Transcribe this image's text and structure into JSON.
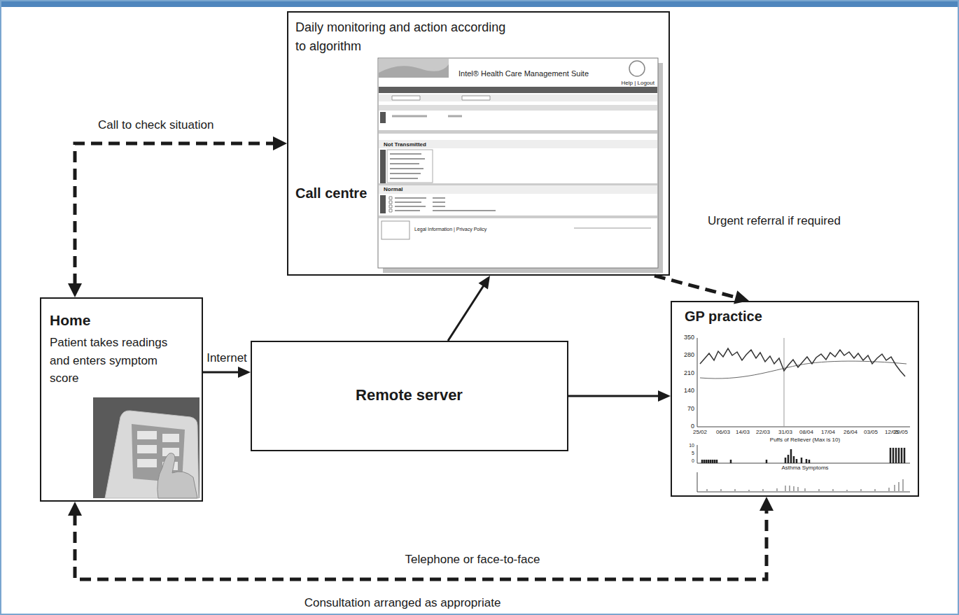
{
  "diagram": {
    "nodes": [
      {
        "text": [
          "Daily monitoring and action according to algorithm",
          "Call centre"
        ]
      },
      {
        "text": [
          "Home",
          "Patient takes readings and enters symptom score"
        ]
      },
      {
        "text": [
          "Remote server"
        ]
      },
      {
        "text": [
          "GP practice"
        ]
      }
    ],
    "edges": [
      {
        "from": 1,
        "to": 2,
        "arrow": "to",
        "label": "Internet"
      },
      {
        "from": 2,
        "to": 0,
        "arrow": "to"
      },
      {
        "from": 2,
        "to": 3,
        "arrow": "to"
      },
      {
        "from": 1,
        "to": 0,
        "arrow": "both",
        "label": "Call to check situation"
      },
      {
        "from": 0,
        "to": 3,
        "arrow": "to",
        "label": "Urgent referral if required"
      },
      {
        "from": 1,
        "to": 3,
        "arrow": "both",
        "label": "Telephone or face-to-face"
      }
    ],
    "labels": [
      "Consultation arranged as appropriate",
      "Intel® Health Care Management Suite",
      "Help | Logout",
      "Not Transmitted",
      "Normal",
      "Legal Information | Privacy Policy",
      "350",
      "280",
      "210",
      "140",
      "70",
      "0",
      "25/02",
      "06/03",
      "14/03",
      "22/03",
      "31/03",
      "08/04",
      "17/04",
      "26/04",
      "03/05",
      "12/05",
      "20/05",
      "Puffs of Reliever (Max is 10)",
      "10",
      "5",
      "0",
      "Asthma Symptoms"
    ]
  }
}
